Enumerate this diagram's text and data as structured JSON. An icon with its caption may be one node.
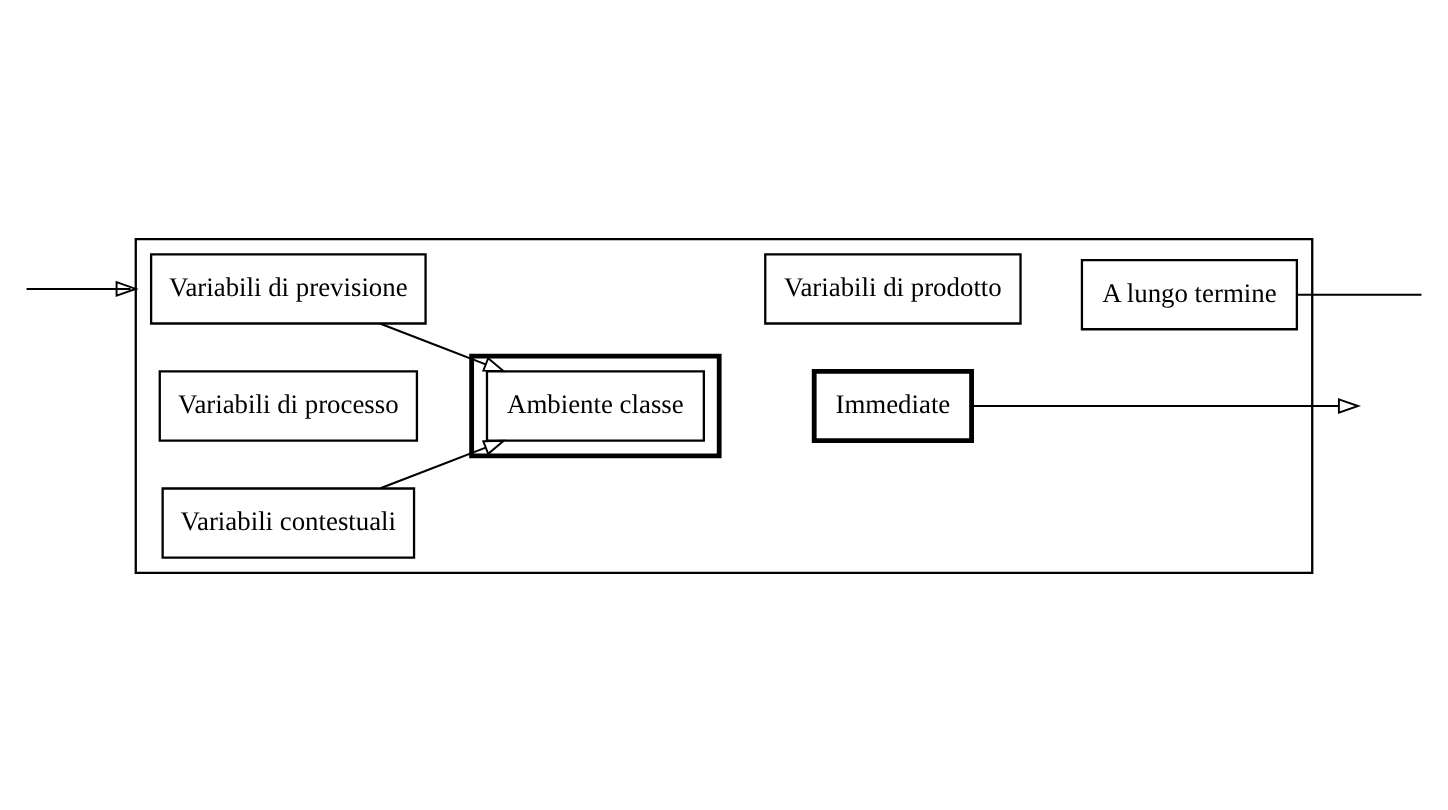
{
  "diagram": {
    "nodes": [
      {
        "text": [],
        "shape": "box"
      },
      {
        "text": [
          "Variabili di previsione"
        ],
        "in": 0
      },
      {
        "text": [
          "Variabili di processo"
        ],
        "in": 0
      },
      {
        "text": [
          "Variabili di prodotto"
        ],
        "in": 0
      },
      {
        "text": [
          "Variabili contestuali"
        ],
        "in": 0
      },
      {
        "text": [],
        "shape": "box",
        "in": 0
      },
      {
        "text": [
          "Ambiente classe"
        ],
        "in": 5
      },
      {
        "text": [
          "Immediate"
        ],
        "in": 0
      },
      {
        "text": [
          "A lungo termine"
        ],
        "in": 0
      }
    ],
    "edges": [
      {
        "from": 1,
        "to": 6,
        "arrow": "to"
      },
      {
        "from": 4,
        "to": 6,
        "arrow": "to"
      },
      {
        "from": null,
        "to": 0,
        "arrow": "to"
      },
      {
        "from": 7,
        "to": null,
        "arrow": "to"
      },
      {
        "from": 8,
        "to": null,
        "arrow": "none"
      }
    ]
  }
}
